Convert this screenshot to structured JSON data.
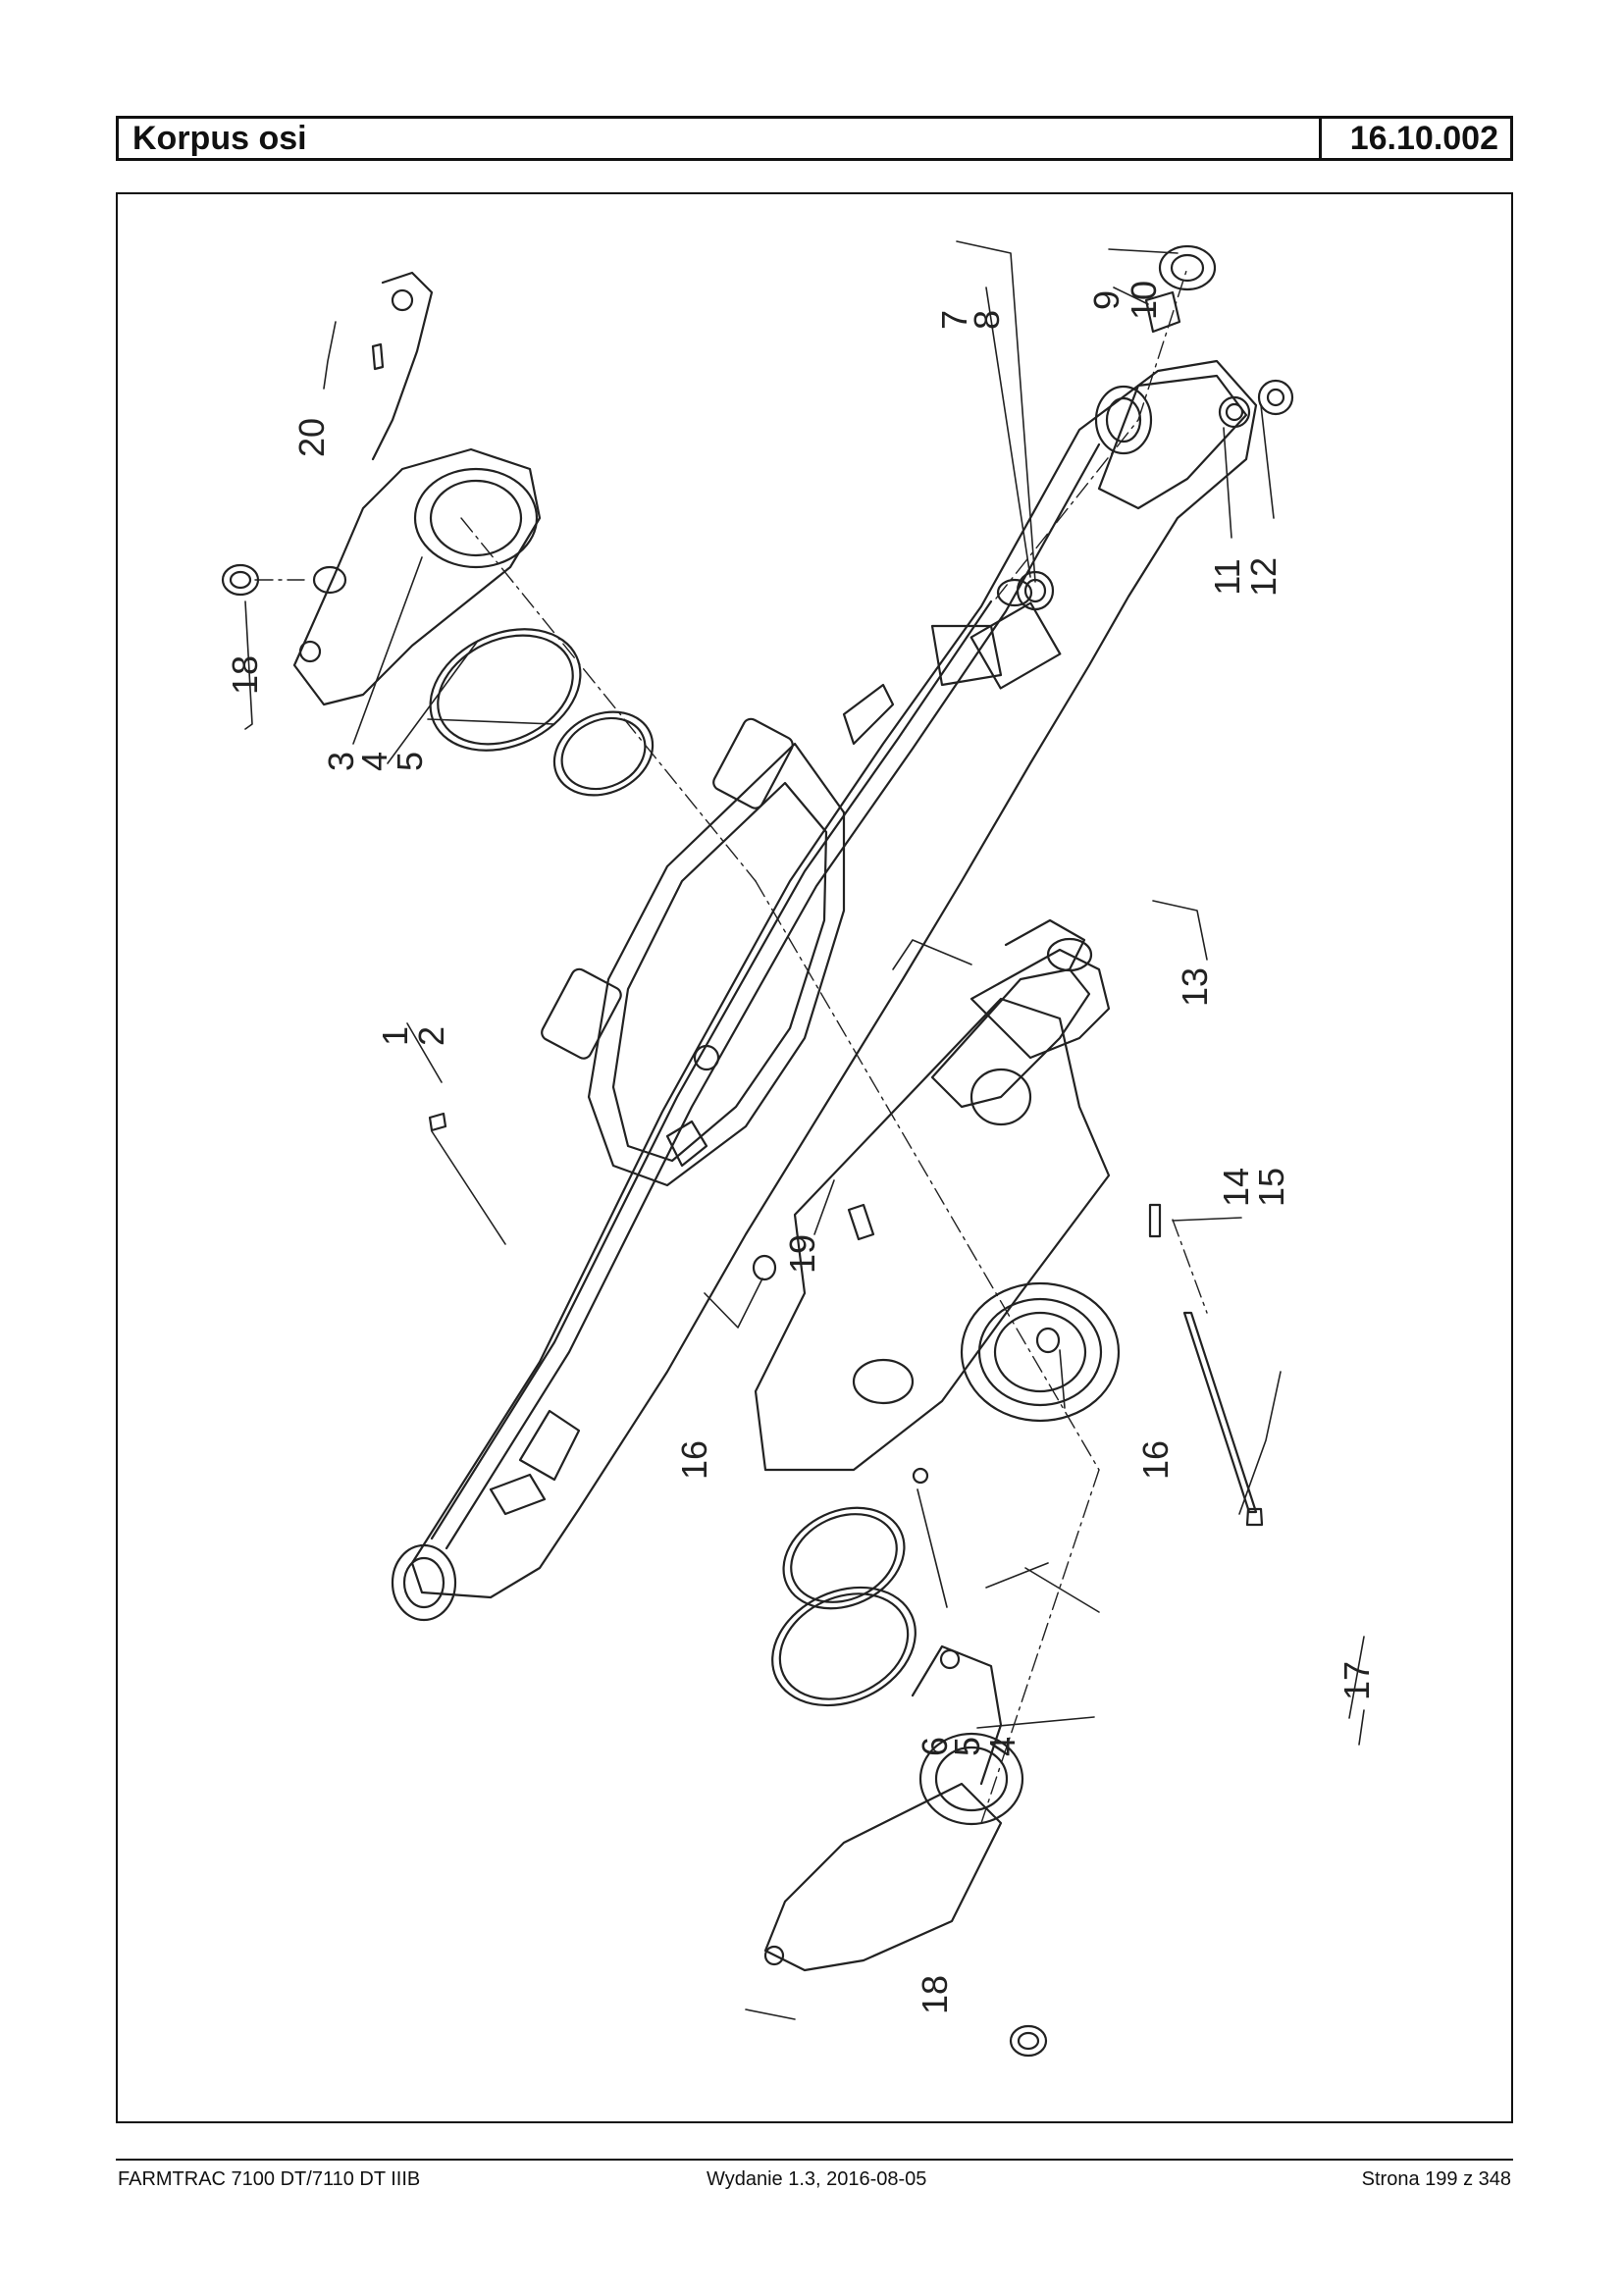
{
  "header": {
    "title": "Korpus osi",
    "code": "16.10.002"
  },
  "callouts": [
    "1",
    "2",
    "3",
    "4",
    "5",
    "6",
    "7",
    "8",
    "9",
    "10",
    "11",
    "12",
    "13",
    "14",
    "15",
    "16",
    "17",
    "18",
    "19",
    "20"
  ],
  "footer": {
    "model": "FARMTRAC 7100 DT/7110 DT IIIB",
    "edition": "Wydanie 1.3,  2016-08-05",
    "page": "Strona 199 z 348"
  }
}
